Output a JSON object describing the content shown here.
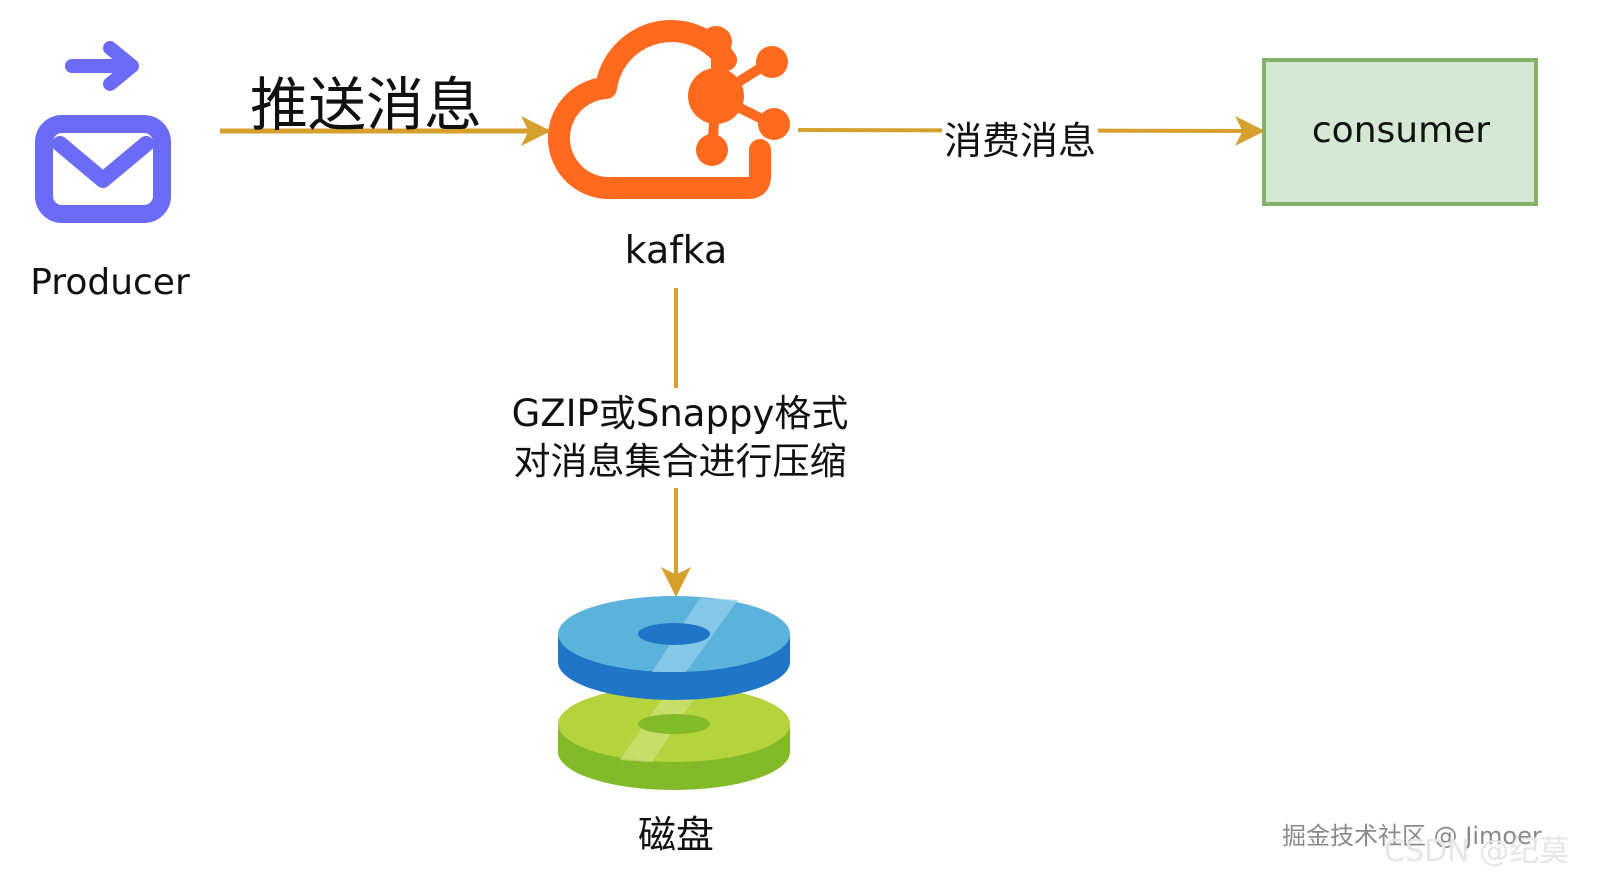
{
  "nodes": {
    "producer": {
      "label": "Producer"
    },
    "kafka": {
      "label": "kafka"
    },
    "consumer": {
      "label": "consumer"
    },
    "disk": {
      "label": "磁盘"
    }
  },
  "edges": {
    "push": {
      "label": "推送消息"
    },
    "consume": {
      "label": "消费消息"
    },
    "compress": {
      "line1": "GZIP或Snappy格式",
      "line2": "对消息集合进行压缩"
    }
  },
  "watermark": {
    "text1": "掘金技术社区 @ Jimoer",
    "text2": "CSDN @纪莫"
  },
  "colors": {
    "arrow": "#D6A02E",
    "producer_icon": "#6B6BF7",
    "kafka_icon": "#FF6A1F",
    "consumer_fill": "#D5E8D4",
    "consumer_border": "#82B366",
    "disk_top": "#5BB3DC",
    "disk_top_side": "#1F76C9",
    "disk_bottom": "#B5D33C",
    "disk_bottom_side": "#82BA29"
  },
  "icons": {
    "producer": "outbox-mail-icon",
    "kafka": "cloud-hub-icon",
    "disk": "disk-stack-icon"
  }
}
